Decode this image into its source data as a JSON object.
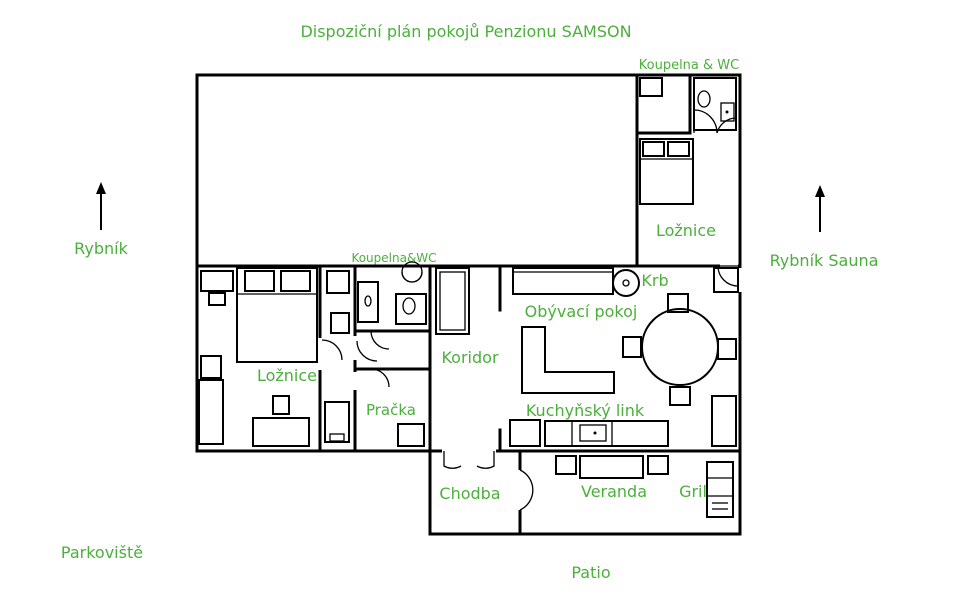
{
  "title": "Dispoziční plán pokojů Penzionu SAMSON",
  "colors": {
    "label": "#4caf3c",
    "walls": "#000000",
    "background": "#ffffff"
  },
  "labels": {
    "bathroom_top": "Koupelna & WC",
    "bedroom_right": "Ložnice",
    "bathroom_left": "Koupelna&WC",
    "bedroom_left": "Ložnice",
    "laundry": "Pračka",
    "corridor": "Koridor",
    "fireplace": "Krb",
    "living_room": "Obývací pokoj",
    "kitchen": "Kuchyňský link",
    "hallway": "Chodba",
    "veranda": "Veranda",
    "grill": "Gril"
  },
  "surroundings": {
    "pond_left": "Rybník",
    "pond_sauna_right": "Rybník  Sauna",
    "parking": "Parkoviště",
    "patio": "Patio"
  }
}
